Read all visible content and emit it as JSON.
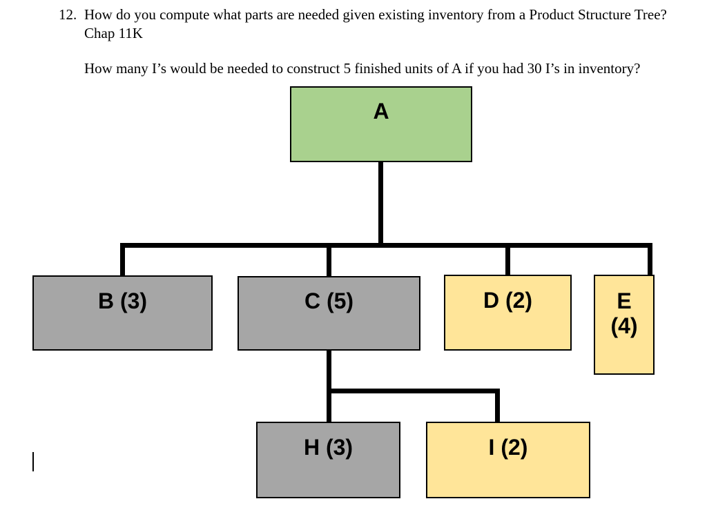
{
  "question": {
    "number": "12.",
    "text": "How do you compute what parts are needed given existing inventory from a Product Structure Tree? Chap 11K",
    "followup": "How many I’s would be needed to construct 5 finished units of A if you had 30 I’s in inventory?"
  },
  "tree": {
    "root": {
      "id": "A",
      "label": "A",
      "fill": "#a9d18e"
    },
    "children": [
      {
        "id": "B",
        "label": "B (3)",
        "fill": "#a6a6a6"
      },
      {
        "id": "C",
        "label": "C (5)",
        "fill": "#a6a6a6"
      },
      {
        "id": "D",
        "label": "D (2)",
        "fill": "#ffe599"
      },
      {
        "id": "E",
        "label": "E",
        "sublabel": "(4)",
        "fill": "#ffe599"
      }
    ],
    "c_children": [
      {
        "id": "H",
        "label": "H (3)",
        "fill": "#a6a6a6"
      },
      {
        "id": "I",
        "label": "I (2)",
        "fill": "#ffe599"
      }
    ],
    "colors": {
      "root_fill": "#a9d18e",
      "made_part_fill": "#a6a6a6",
      "purchased_part_fill": "#ffe599",
      "connector": "#000000",
      "border": "#000000"
    }
  }
}
